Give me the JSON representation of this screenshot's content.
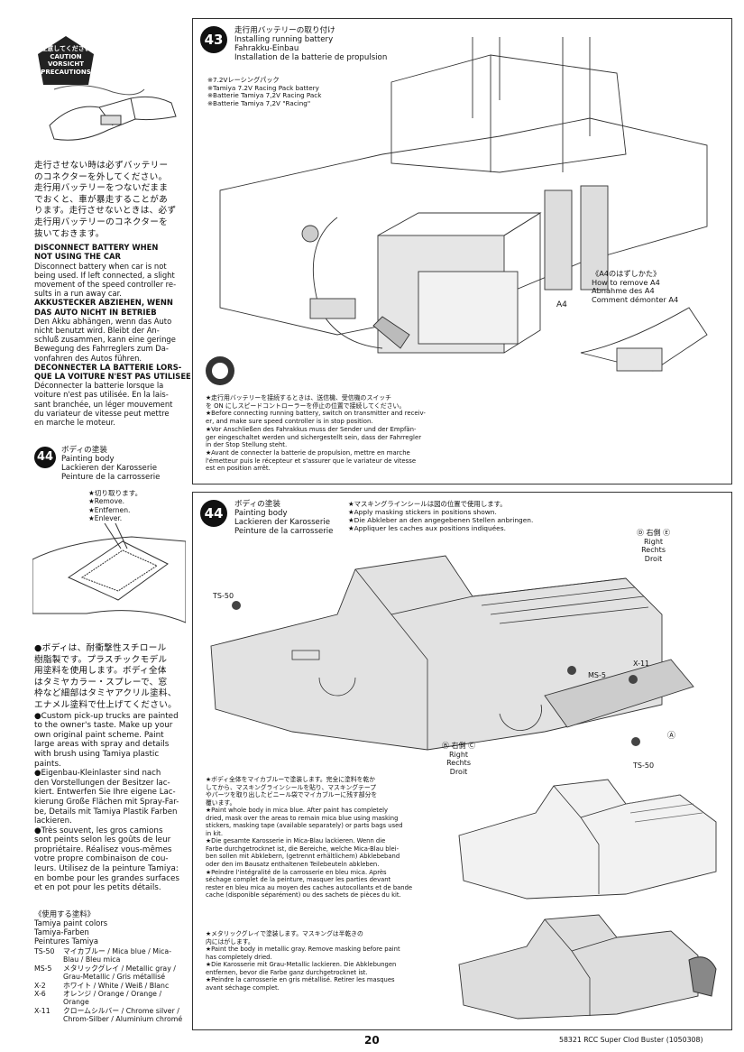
{
  "caution_badge": {
    "line1": "注意してください",
    "line2": "CAUTION",
    "line3": "VORSICHT",
    "line4": "PRECAUTIONS"
  },
  "left_warning": {
    "jp_lines": [
      "走行させない時は必ずバッテリー",
      "のコネクターを外してください。",
      "走行用バッテリーをつないだまま",
      "でおくと、車が暴走することがあ",
      "ります。走行させないときは、必ず",
      "走行用バッテリーのコネクターを",
      "抜いておきます。"
    ],
    "en_title": [
      "DISCONNECT BATTERY WHEN",
      "NOT USING THE CAR"
    ],
    "en_body": [
      "Disconnect battery when car is not",
      "being used. If left connected, a slight",
      "movement of the speed controller re-",
      "sults in a run away car."
    ],
    "de_title": [
      "AKKUSTECKER ABZIEHEN, WENN",
      "DAS AUTO NICHT IN BETRIEB"
    ],
    "de_body": [
      "Den Akku abhängen, wenn das Auto",
      "nicht benutzt wird. Bleibt der An-",
      "schluß zusammen, kann eine geringe",
      "Bewegung des Fahrreglers zum Da-",
      "vonfahren des Autos führen."
    ],
    "fr_title": [
      "DECONNECTER LA BATTERIE LORS-",
      "QUE LA VOITURE N'EST PAS UTILISEE"
    ],
    "fr_body": [
      "Déconnecter la batterie lorsque la",
      "voiture n'est pas utilisée. En la lais-",
      "sant branchée, un léger mouvement",
      "du variateur de vitesse peut mettre",
      "en marche le moteur."
    ]
  },
  "step44_left": {
    "number": "44",
    "jp": "ボディの塗装",
    "en": "Painting body",
    "de": "Lackieren der Karosserie",
    "fr": "Peinture de la carrosserie",
    "remove_labels": [
      "★切り取ります。",
      "★Remove.",
      "★Entfernen.",
      "★Enlever."
    ],
    "notes_jp": [
      "●ボディは、耐衝撃性スチロール",
      "樹脂製です。プラスチックモデル",
      "用塗料を使用します。ボディ全体",
      "はタミヤカラー・スプレーで、窓",
      "枠など細部はタミヤアクリル塗料、",
      "エナメル塗料で仕上げてください。"
    ],
    "notes_en": [
      "●Custom pick-up trucks are painted",
      "to the owner's taste. Make up your",
      "own original paint scheme. Paint",
      "large areas with spray and details",
      "with brush using Tamiya plastic",
      "paints."
    ],
    "notes_de": [
      "●Eigenbau-Kleinlaster sind nach",
      "den Vorstellungen der Besitzer lac-",
      "kiert. Entwerfen Sie Ihre eigene Lac-",
      "kierung Große Flächen mit Spray-Far-",
      "be, Details mit Tamiya Plastik Farben",
      "lackieren."
    ],
    "notes_fr": [
      "●Très souvent, les gros camions",
      "sont peints selon les goûts de leur",
      "propriétaire. Réalisez vous-mêmes",
      "votre propre combinaison de cou-",
      "leurs. Utilisez de la peinture Tamiya:",
      "en bombe pour les grandes surfaces",
      "et en pot pour les petits détails."
    ]
  },
  "paint_colors": {
    "title_jp": "《使用する塗料》",
    "title_en": "Tamiya paint colors",
    "title_de": "Tamiya-Farben",
    "title_fr": "Peintures Tamiya",
    "rows": [
      {
        "code": "TS-50",
        "name": "マイカブルー / Mica blue / Mica-",
        "name2": "Blau / Bleu mica"
      },
      {
        "code": "MS-5",
        "name": "メタリックグレイ / Metallic gray /",
        "name2": "Grau-Metallic / Gris métallisé"
      },
      {
        "code": "X-2",
        "name": "ホワイト / White / Weiß / Blanc",
        "name2": ""
      },
      {
        "code": "X-6",
        "name": "オレンジ / Orange / Orange / Orange",
        "name2": ""
      },
      {
        "code": "X-11",
        "name": "クロームシルバー / Chrome silver /",
        "name2": "Chrom-Silber / Aluminium chromé"
      }
    ]
  },
  "step43": {
    "number": "43",
    "jp": "走行用バッテリーの取り付け",
    "en": "Installing running battery",
    "de": "Fahrakku-Einbau",
    "fr": "Installation de la batterie de propulsion",
    "battery_labels": [
      "※7.2Vレーシングパック",
      "※Tamiya 7.2V Racing Pack battery",
      "※Batterie Tamiya 7,2V Racing Pack",
      "※Batterie Tamiya 7,2V \"Racing\""
    ],
    "a4_remove": [
      "《A4のはずしかた》",
      "How to remove A4",
      "Abnahme des A4",
      "Comment démonter A4"
    ],
    "a4_label": "A4",
    "notes": [
      "★走行用バッテリーを接続するときは、送信機、受信機のスイッチ",
      "を ON にしスピードコントローラーを停止の位置で接続してください。",
      "★Before connecting running battery, switch on transmitter and receiv-",
      "er, and make sure speed controller is in stop position.",
      "★Vor Anschließen des Fahrakkus muss der Sender und der Empfän-",
      "ger eingeschaltet werden und sichergestellt sein, dass der Fahrregler",
      "in der Stop Stellung steht.",
      "★Avant de connecter la batterie de propulsion, mettre en marche",
      "l'émetteur puis le récepteur et s'assurer que le variateur de vitesse",
      "est en position arrêt."
    ]
  },
  "step44_right": {
    "number": "44",
    "jp": "ボディの塗装",
    "en": "Painting body",
    "de": "Lackieren der Karosserie",
    "fr": "Peinture de la carrosserie",
    "masking": [
      "★マスキングラインシールは図の位置で使用します。",
      "★Apply masking stickers in positions shown.",
      "★Die Abkleber an den angegebenen Stellen anbringen.",
      "★Appliquer les caches aux positions indiquées."
    ],
    "labels": {
      "ts50a": "TS-50",
      "ms5": "MS-5",
      "x11": "X-11",
      "ts50b": "TS-50",
      "d_right": "Ⓓ 右側 Ⓔ",
      "right_en1": "Right",
      "rechts1": "Rechts",
      "droit1": "Droit",
      "b_right": "Ⓑ 右側 Ⓒ",
      "right_en2": "Right",
      "rechts2": "Rechts",
      "droit2": "Droit",
      "a": "Ⓐ"
    },
    "paint_notes": [
      "★ボディ全体をマイカブルーで塗装します。完全に塗料を乾か",
      "してから、マスキングラインシールを貼り、マスキングテープ",
      "やパーツを取り出したビニール袋でマイカブルーに残す部分を",
      "覆います。",
      "★Paint whole body in mica blue. After paint has completely",
      "dried, mask over the areas to remain mica blue using masking",
      "stickers, masking tape (available separately) or parts bags used",
      "in kit.",
      "★Die gesamte Karosserie in Mica-Blau lackieren. Wenn die",
      "Farbe durchgetrocknet ist, die Bereiche, welche Mica-Blau blei-",
      "ben sollen mit Abklebern, (getrennt erhältlichem) Abklebeband",
      "oder den im Bausatz enthaltenen Teilebeuteln abkleben.",
      "★Peindre l'intégralité de la carrosserie en bleu mica. Après",
      "séchage complet de la peinture, masquer les parties devant",
      "rester en bleu mica au moyen des caches autocollants et de bande",
      "cache (disponible séparément) ou des sachets de pièces du kit."
    ],
    "gray_notes": [
      "★メタリックグレイで塗装します。マスキングは半乾きの",
      "内にはがします。",
      "★Paint the body in metallic gray. Remove masking before paint",
      "has completely dried.",
      "★Die Karosserie mit Grau-Metallic lackieren. Die Abklebungen",
      "entfernen, bevor die Farbe ganz durchgetrocknet ist.",
      "★Peindre la carrosserie en gris métallisé. Retirer les masques",
      "avant séchage complet."
    ]
  },
  "footer": {
    "page": "20",
    "ref": "58321 RCC Super Clod Buster (1050308)"
  }
}
